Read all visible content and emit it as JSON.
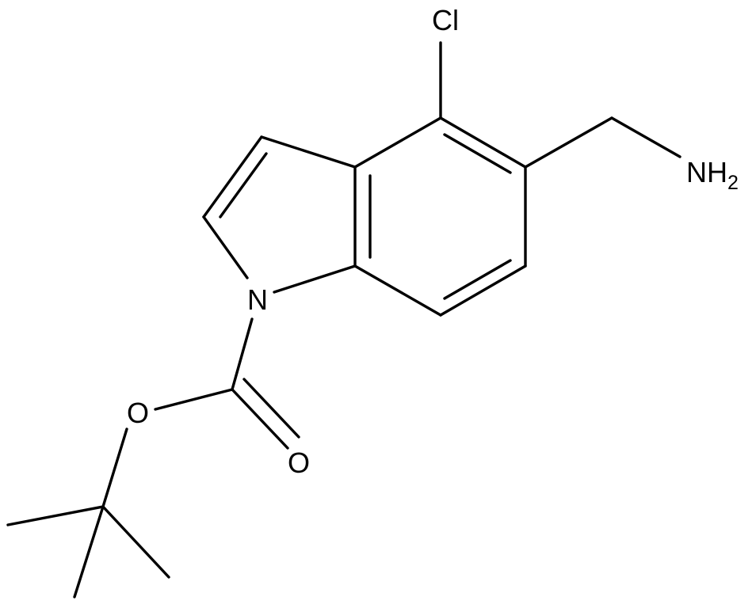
{
  "molecule": {
    "atoms": {
      "chlorine": "Cl",
      "amine_n": "NH",
      "amine_h_count": "2",
      "ring_nitrogen": "N",
      "ester_oxygen": "O",
      "carbonyl_oxygen": "O"
    }
  },
  "colors": {
    "bond": "#000000",
    "background": "#ffffff"
  }
}
